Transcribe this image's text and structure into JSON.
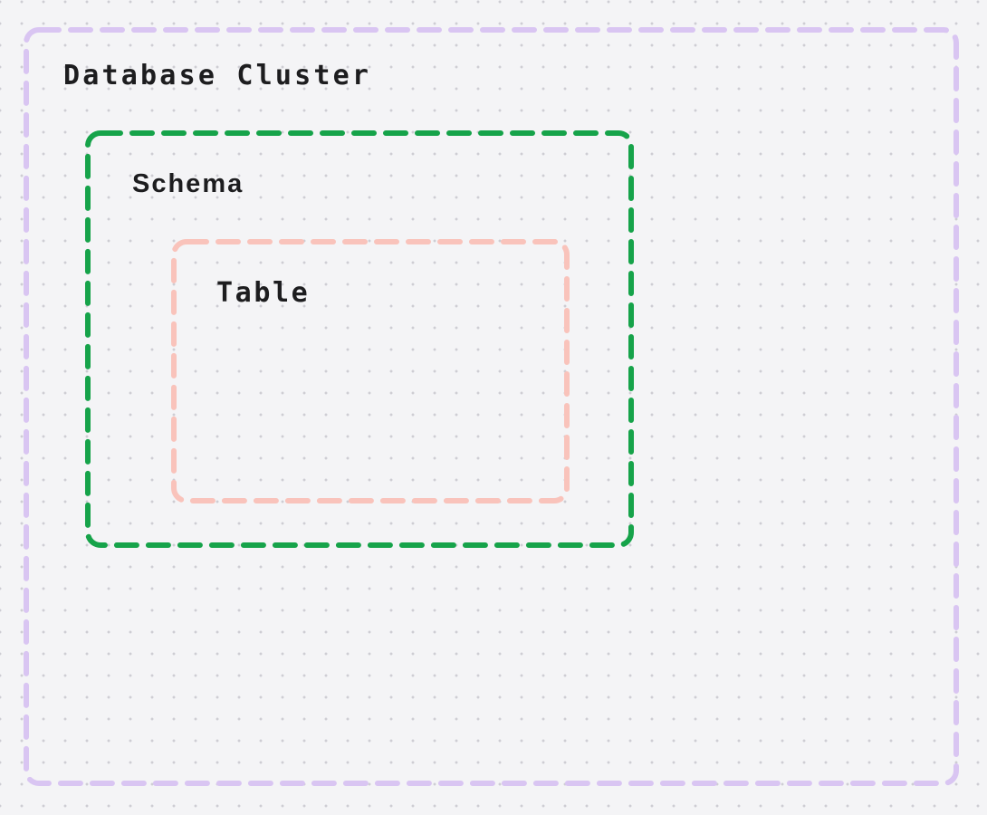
{
  "css_vars": {
    "bg": "#f4f4f6",
    "dot": "#cecdd3",
    "text": "#1d1d1f"
  },
  "diagram": {
    "title": "Database Cluster",
    "nodes": [
      {
        "id": "database-cluster",
        "label": "Database Cluster",
        "border_color": "#d9c5f2"
      },
      {
        "id": "schema",
        "label": "Schema",
        "border_color": "#16a34a"
      },
      {
        "id": "table",
        "label": "Table",
        "border_color": "#f9c3bb"
      }
    ]
  }
}
